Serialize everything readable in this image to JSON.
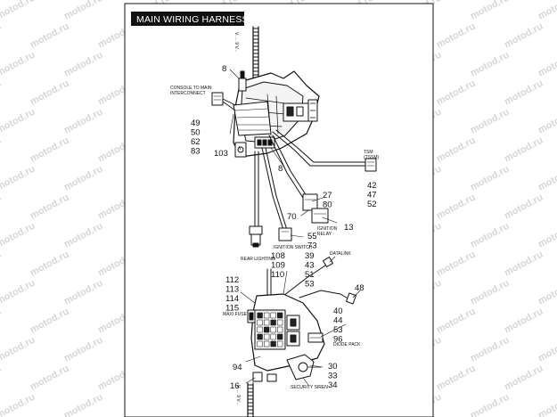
{
  "title": "MAIN WIRING HARNESS",
  "watermark": "motod.ru",
  "vertical_labels": {
    "top": "V..... 9 V...",
    "bottom": "V..... 9 V..."
  },
  "callouts": {
    "n8_top": "8",
    "console_label": "CONSOLE TO MAIN\nINTERCONNECT",
    "grp_49": "49\n50\n62\n83",
    "n103": "103",
    "n8_mid": "8",
    "tsm_label": "TSM\n(TSSM)",
    "grp_42": "42\n47\n52",
    "grp_27": "27\n80",
    "n70": "70",
    "n13": "13",
    "ignition_relay_label": "IGNITION\nRELAY",
    "grp_55": "55\n73",
    "ignition_switch_label": "IGNITION SWITCH",
    "rear_lighting_label": "REAR LIGHTING",
    "grp_108": "108\n109\n110",
    "grp_39": "39\n43\n51\n53",
    "datalink_label": "DATALINK",
    "grp_112": "112\n113\n114\n115",
    "n48": "48",
    "maxi_fuse_label": "MAXI FUSE",
    "grp_40": "40\n44\n53\n96",
    "diode_pack_label": "DIODE PACK",
    "n94": "94",
    "grp_30": "30\n33\n34",
    "n16": "16",
    "security_siren_label": "SECURITY SIREN"
  }
}
